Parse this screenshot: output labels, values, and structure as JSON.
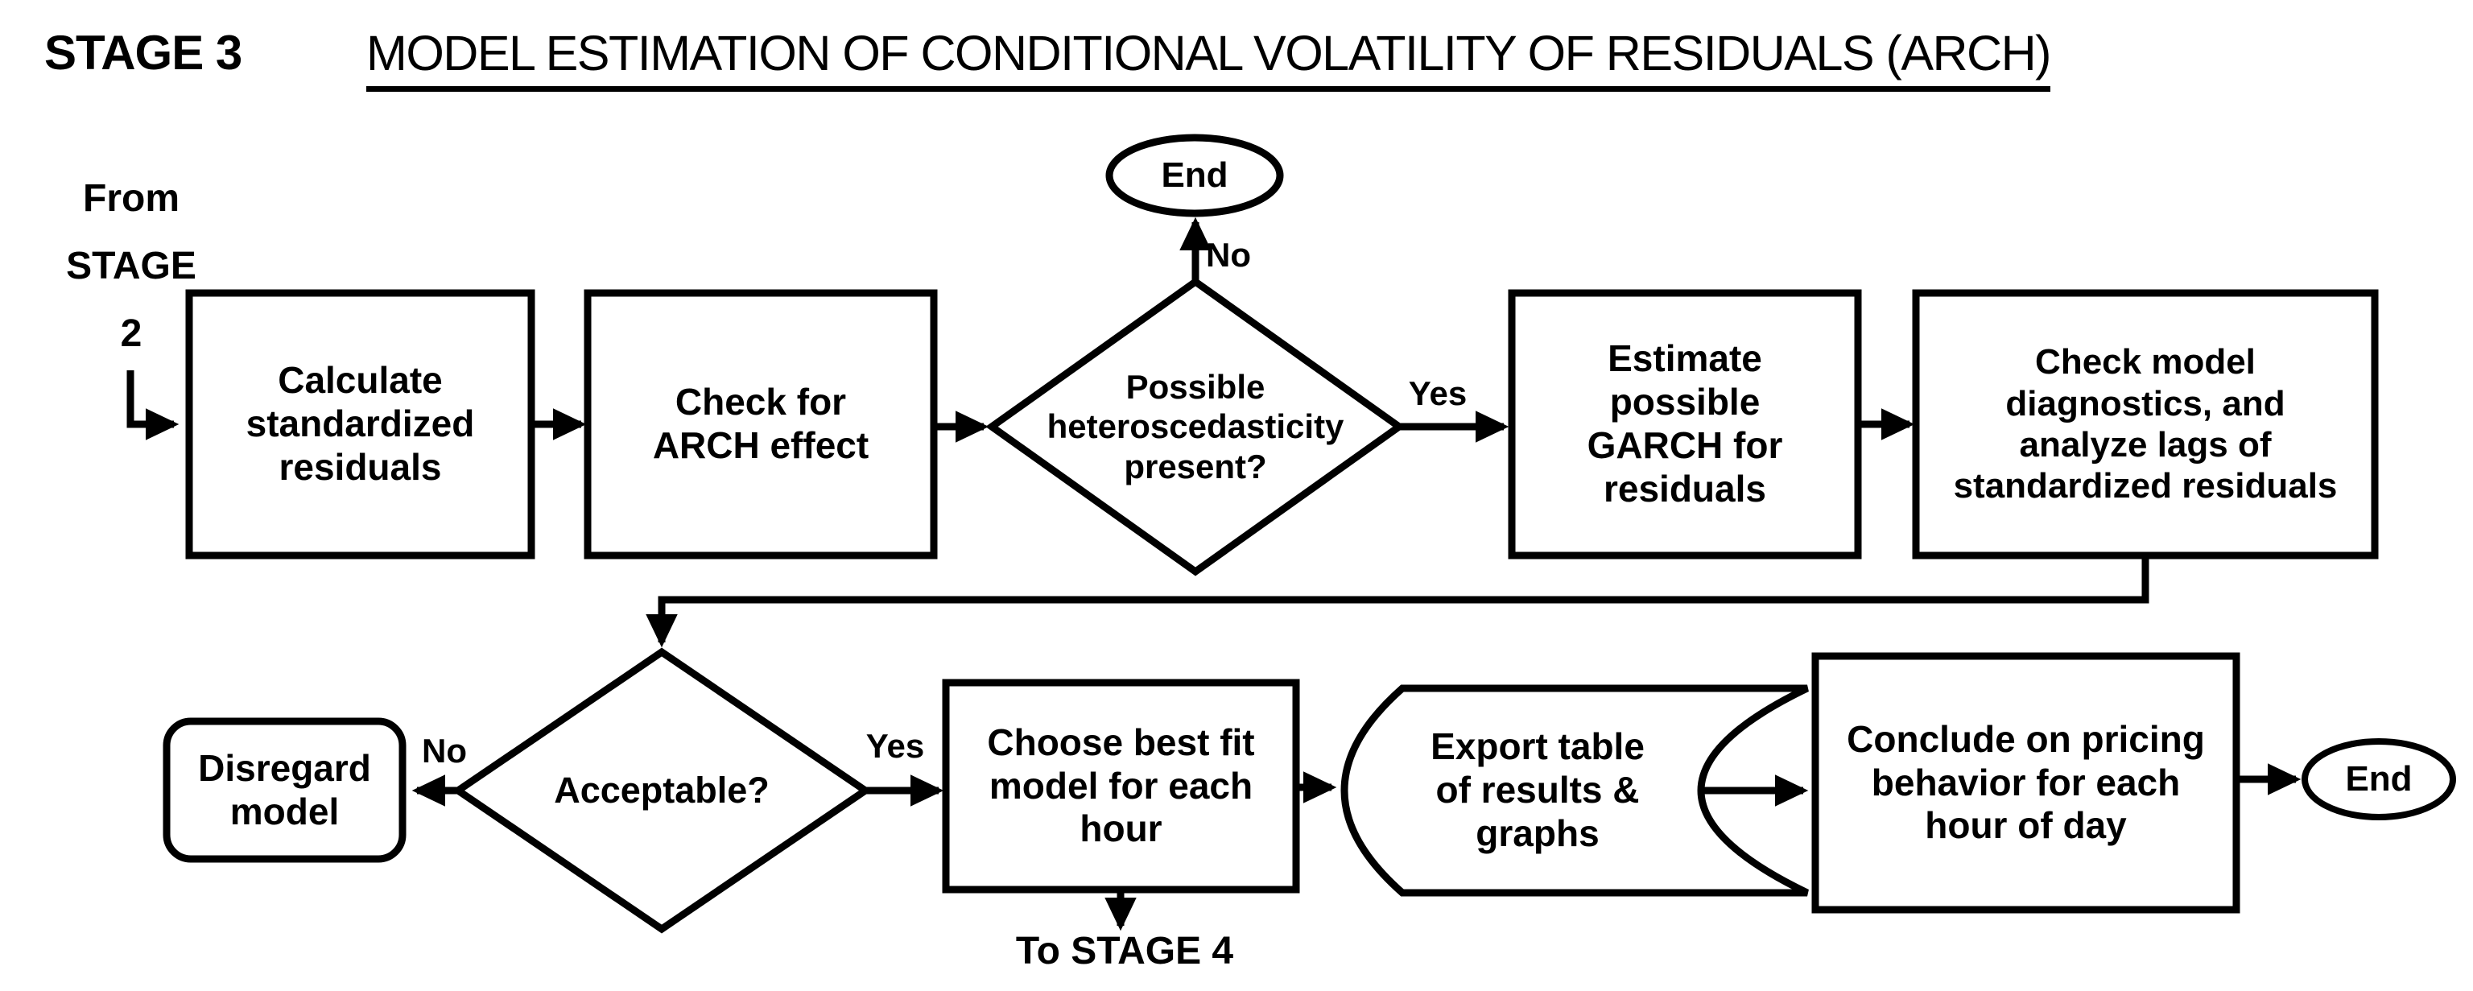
{
  "page": {
    "background": "#ffffff",
    "line_color": "#000000"
  },
  "header": {
    "stage_label": "STAGE 3",
    "title": "MODEL ESTIMATION OF CONDITIONAL VOLATILITY OF RESIDUALS (ARCH)"
  },
  "flow": {
    "entry_label": "From\nSTAGE\n2",
    "exit_label": "To STAGE 4",
    "nodes": {
      "calculate": "Calculate\nstandardized\nresiduals",
      "check_arch": "Check for\nARCH effect",
      "heteroscedasticity": "Possible\nheteroscedasticity\npresent?",
      "end_top": "End",
      "estimate_garch": "Estimate\npossible\nGARCH for\nresiduals",
      "diagnostics": "Check model\ndiagnostics, and\nanalyze lags of\nstandardized residuals",
      "disregard": "Disregard\nmodel",
      "acceptable": "Acceptable?",
      "choose_best_fit": "Choose best fit\nmodel for each\nhour",
      "export_results": "Export table\nof results &\ngraphs",
      "conclude": "Conclude on pricing\nbehavior for each\nhour of day",
      "end_right": "End"
    },
    "edge_labels": {
      "hetero_no": "No",
      "hetero_yes": "Yes",
      "acceptable_no": "No",
      "acceptable_yes": "Yes"
    }
  }
}
